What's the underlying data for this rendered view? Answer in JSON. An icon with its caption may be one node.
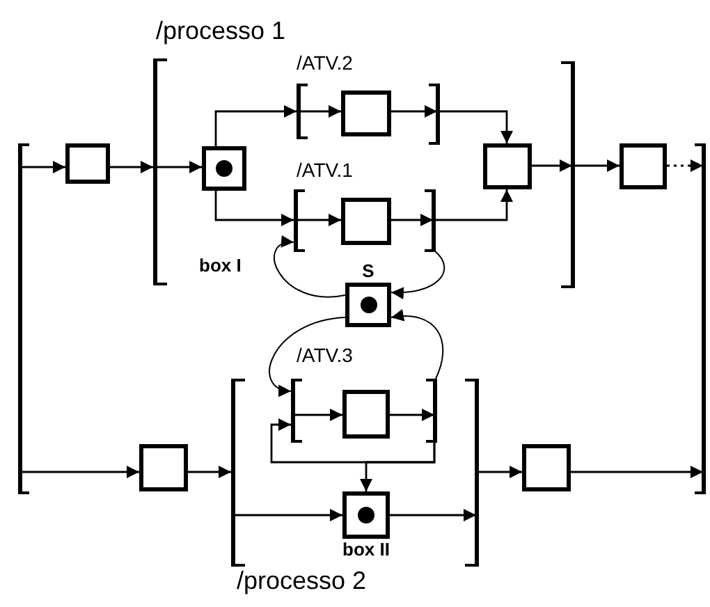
{
  "diagram": {
    "nodes": [
      {
        "text": [],
        "shape": "bar"
      },
      {
        "text": [],
        "shape": "box"
      },
      {
        "text": [],
        "shape": "bar"
      },
      {
        "text": [],
        "shape": "box"
      },
      {
        "text": [],
        "shape": "bar"
      },
      {
        "text": [],
        "shape": "box"
      },
      {
        "text": [],
        "shape": "bar"
      },
      {
        "text": [],
        "shape": "bar"
      },
      {
        "text": [],
        "shape": "box"
      },
      {
        "text": [],
        "shape": "bar"
      },
      {
        "text": [],
        "shape": "box"
      },
      {
        "text": [],
        "shape": "bar"
      },
      {
        "text": [],
        "shape": "box"
      },
      {
        "text": [],
        "shape": "bar"
      },
      {
        "text": [
          "S"
        ]
      },
      {
        "text": [],
        "shape": "box"
      },
      {
        "text": [],
        "shape": "bar"
      },
      {
        "text": [],
        "shape": "bar"
      },
      {
        "text": [],
        "shape": "box"
      },
      {
        "text": [],
        "shape": "bar"
      },
      {
        "text": [
          "box II"
        ]
      },
      {
        "text": [],
        "shape": "bar"
      },
      {
        "text": [],
        "shape": "box"
      }
    ],
    "edges": [
      {
        "from": 0,
        "to": 1,
        "arrow": "to"
      },
      {
        "from": 0,
        "to": 15,
        "arrow": "to"
      },
      {
        "from": 1,
        "to": 2,
        "arrow": "to"
      },
      {
        "from": 2,
        "to": 3,
        "arrow": "to"
      },
      {
        "from": 3,
        "to": 4,
        "arrow": "to"
      },
      {
        "from": 3,
        "to": 7,
        "arrow": "to"
      },
      {
        "from": 4,
        "to": 5,
        "arrow": "to"
      },
      {
        "from": 7,
        "to": 8,
        "arrow": "to"
      },
      {
        "from": 5,
        "to": 6,
        "arrow": "to"
      },
      {
        "from": 8,
        "to": 9,
        "arrow": "to"
      },
      {
        "from": 6,
        "to": 10,
        "arrow": "to"
      },
      {
        "from": 9,
        "to": 10,
        "arrow": "to"
      },
      {
        "from": 10,
        "to": 11,
        "arrow": "to"
      },
      {
        "from": 11,
        "to": 12,
        "arrow": "to"
      },
      {
        "from": 12,
        "to": 13,
        "arrow": "to",
        "style": "dashed"
      },
      {
        "from": 14,
        "to": 7,
        "arrow": "to"
      },
      {
        "from": 9,
        "to": 14,
        "arrow": "to"
      },
      {
        "from": 14,
        "to": 17,
        "arrow": "to"
      },
      {
        "from": 19,
        "to": 14,
        "arrow": "to"
      },
      {
        "from": 15,
        "to": 16,
        "arrow": "to"
      },
      {
        "from": 16,
        "to": 20,
        "arrow": "to"
      },
      {
        "from": 17,
        "to": 18,
        "arrow": "to"
      },
      {
        "from": 18,
        "to": 19,
        "arrow": "to"
      },
      {
        "from": 19,
        "to": 17,
        "arrow": "to"
      },
      {
        "from": 19,
        "to": 20,
        "arrow": "to"
      },
      {
        "from": 20,
        "to": 21,
        "arrow": "to"
      },
      {
        "from": 21,
        "to": 22,
        "arrow": "to"
      },
      {
        "from": 22,
        "to": 13,
        "arrow": "to"
      }
    ],
    "labels": [
      "/processo 1",
      "/ATV.2",
      "/ATV.1",
      "box I",
      "/ATV.3",
      "/processo 2"
    ]
  }
}
